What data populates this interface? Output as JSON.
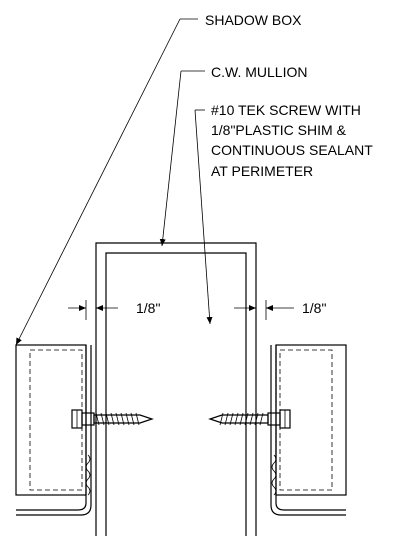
{
  "labels": {
    "shadow_box": "SHADOW BOX",
    "mullion": "C.W. MULLION",
    "screw_line1": "#10 TEK SCREW WITH",
    "screw_line2": "1/8\"PLASTIC SHIM &",
    "screw_line3": "CONTINUOUS SEALANT",
    "screw_line4": "AT PERIMETER",
    "dim_left": "1/8\"",
    "dim_right": "1/8\""
  }
}
